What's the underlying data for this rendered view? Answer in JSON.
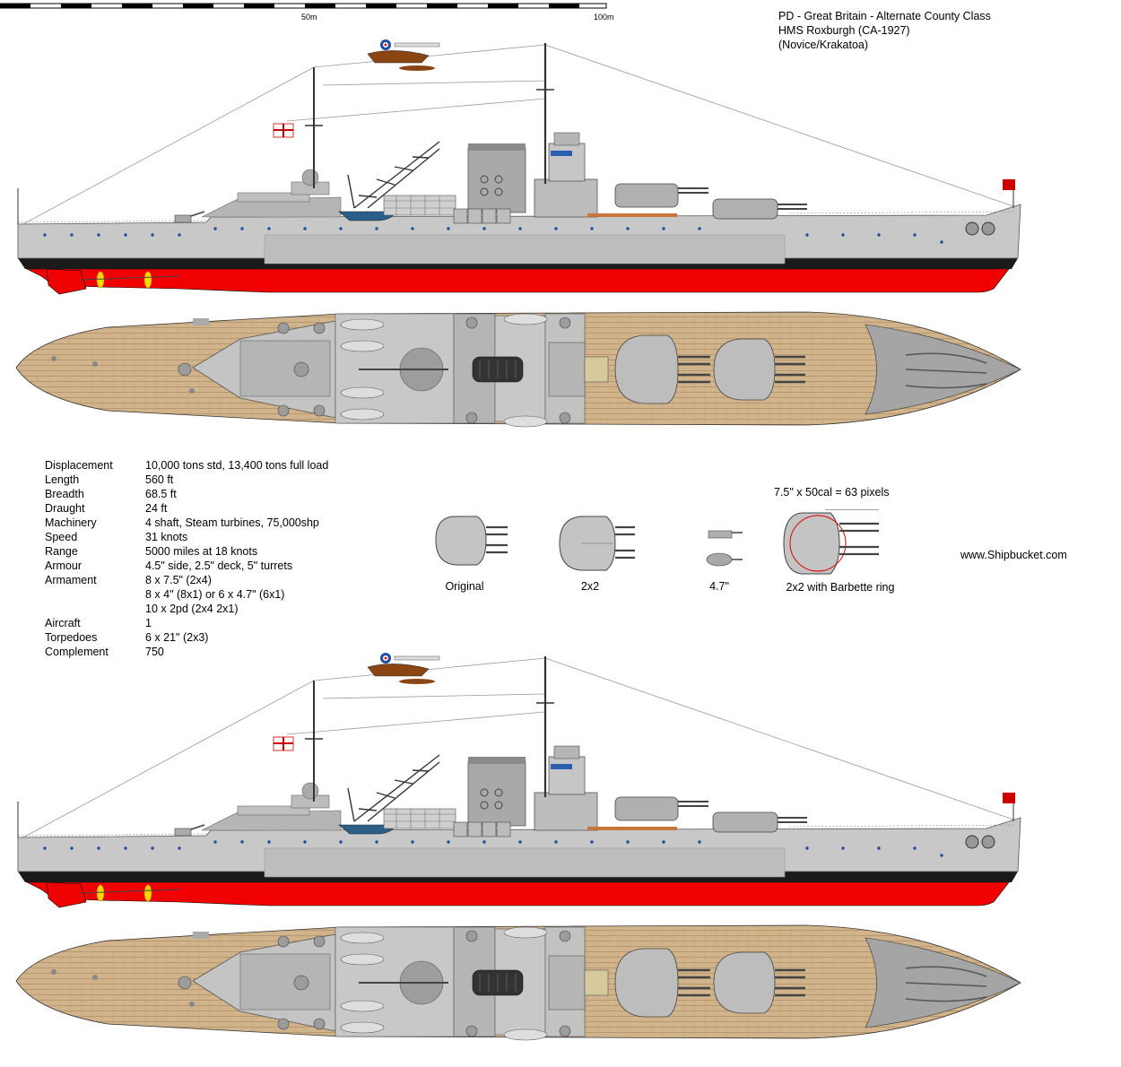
{
  "scale": {
    "mid_label": "50m",
    "end_label": "100m"
  },
  "title": {
    "line1": "PD - Great Britain - Alternate County Class",
    "line2": "HMS Roxburgh (CA-1927)",
    "line3": "(Novice/Krakatoa)"
  },
  "specs": [
    {
      "label": "Displacement",
      "value": "10,000 tons std, 13,400 tons full load"
    },
    {
      "label": "Length",
      "value": "560 ft"
    },
    {
      "label": "Breadth",
      "value": "68.5 ft"
    },
    {
      "label": "Draught",
      "value": "24 ft"
    },
    {
      "label": "Machinery",
      "value": "4 shaft, Steam turbines, 75,000shp"
    },
    {
      "label": "Speed",
      "value": "31 knots"
    },
    {
      "label": "Range",
      "value": "5000 miles at 18 knots"
    },
    {
      "label": "Armour",
      "value": "4.5\" side, 2.5\" deck, 5\" turrets"
    },
    {
      "label": "Armament",
      "value": "8 x 7.5\" (2x4)"
    },
    {
      "label": "",
      "value": "8 x 4\" (8x1) or 6 x 4.7\" (6x1)"
    },
    {
      "label": "",
      "value": "10 x 2pd (2x4 2x1)"
    },
    {
      "label": "Aircraft",
      "value": "1"
    },
    {
      "label": "Torpedoes",
      "value": "6 x 21\" (2x3)"
    },
    {
      "label": "Complement",
      "value": "750"
    }
  ],
  "details": {
    "scale_note": "7.5\" x 50cal = 63 pixels",
    "labels": [
      "Original",
      "2x2",
      "4.7\"",
      "2x2 with Barbette ring"
    ]
  },
  "credit": "www.Shipbucket.com",
  "colors": {
    "hull_grey": "#c8c8c8",
    "waterline_red": "#f00000",
    "deck_wood": "#d2b48c",
    "steel_grey": "#a9a9a9",
    "ensign_red": "#cc0000"
  }
}
